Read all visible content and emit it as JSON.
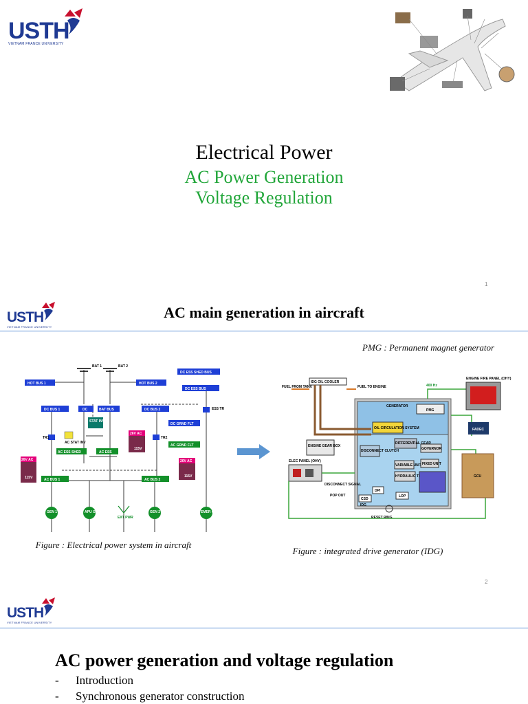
{
  "brand": {
    "name": "USTH",
    "tagline": "VIETNAM FRANCE UNIVERSITY",
    "accent": "#c8102e",
    "blue": "#1f3a93"
  },
  "slide1": {
    "title": "Electrical Power",
    "subtitle1": "AC Power Generation",
    "subtitle2": "Voltage Regulation",
    "page": "1",
    "subtitle_color": "#22a63a"
  },
  "slide2": {
    "title": "AC main generation in aircraft",
    "pmg_note": "PMG : Permanent magnet generator",
    "caption_left": "Figure : Electrical power system in aircraft",
    "caption_right": "Figure : integrated drive generator (IDG)",
    "page": "2",
    "elec": {
      "bat1": "BAT 1",
      "bat2": "BAT 2",
      "dc_ess_shed": "DC ESS SHED BUS",
      "hot1": "HOT BUS 1",
      "hot2": "HOT BUS 2",
      "dc_ess": "DC ESS BUS",
      "dc1": "DC BUS 1",
      "dc": "DC",
      "bat_bus": "BAT BUS",
      "dc2": "DC BUS 2",
      "ess_tr": "ESS TR",
      "stat_inv": "STAT INV",
      "dc_gnd": "DC GRND FLT",
      "tr1": "TR1",
      "tr2": "TR2",
      "ac_stat_inv": "AC STAT INV",
      "v26_1": "26V AC",
      "ac_ess_shed": "AC ESS SHED",
      "ac_ess": "AC ESS",
      "ac_gnd": "AC GRND FLT",
      "v26_2": "26V AC",
      "v26_3": "26V AC",
      "ac1": "AC BUS 1",
      "ac2": "AC BUS 2",
      "gen1": "GEN 1",
      "apu": "APU GEN",
      "ext": "EXT PWR",
      "gen2": "GEN 2",
      "emer": "EMER GEN",
      "v115": "115V",
      "v26v": "26V"
    },
    "idg": {
      "cooler": "IDG OIL COOLER",
      "fuel_from": "FUEL FROM TANK",
      "fuel_to": "FUEL TO ENGINE",
      "generator": "GENERATOR",
      "oil_circ": "OIL CIRCULATION SYSTEM",
      "pmg": "PMG",
      "diff_gear": "DIFFERENTIAL GEAR",
      "governor": "GOVERNOR",
      "disconnect": "DISCONNECT CLUTCH",
      "variable": "VARIABLE UNIT",
      "fixed": "FIXED UNIT",
      "hydraulic": "HYDRAULIC TRIM UNIT",
      "idg": "IDG",
      "lop": "LOP",
      "dpi": "DPI",
      "csd": "CSD",
      "reset": "RESET RING",
      "elec_panel": "ELEC PANEL (OHY)",
      "eng_panel": "ENGINE FIRE PANEL (OHY)",
      "fadec": "FADEC",
      "gcu": "GCU",
      "engine": "ENGINE GEAR BOX",
      "freq": "400 Hz",
      "disc_signal": "DISCONNECT SIGNAL",
      "popout": "POP OUT"
    }
  },
  "slide3": {
    "title": "AC power generation and voltage regulation",
    "bullets": [
      {
        "dash": "-",
        "text": "Introduction"
      },
      {
        "dash": "-",
        "text": "Synchronous generator construction"
      }
    ]
  }
}
